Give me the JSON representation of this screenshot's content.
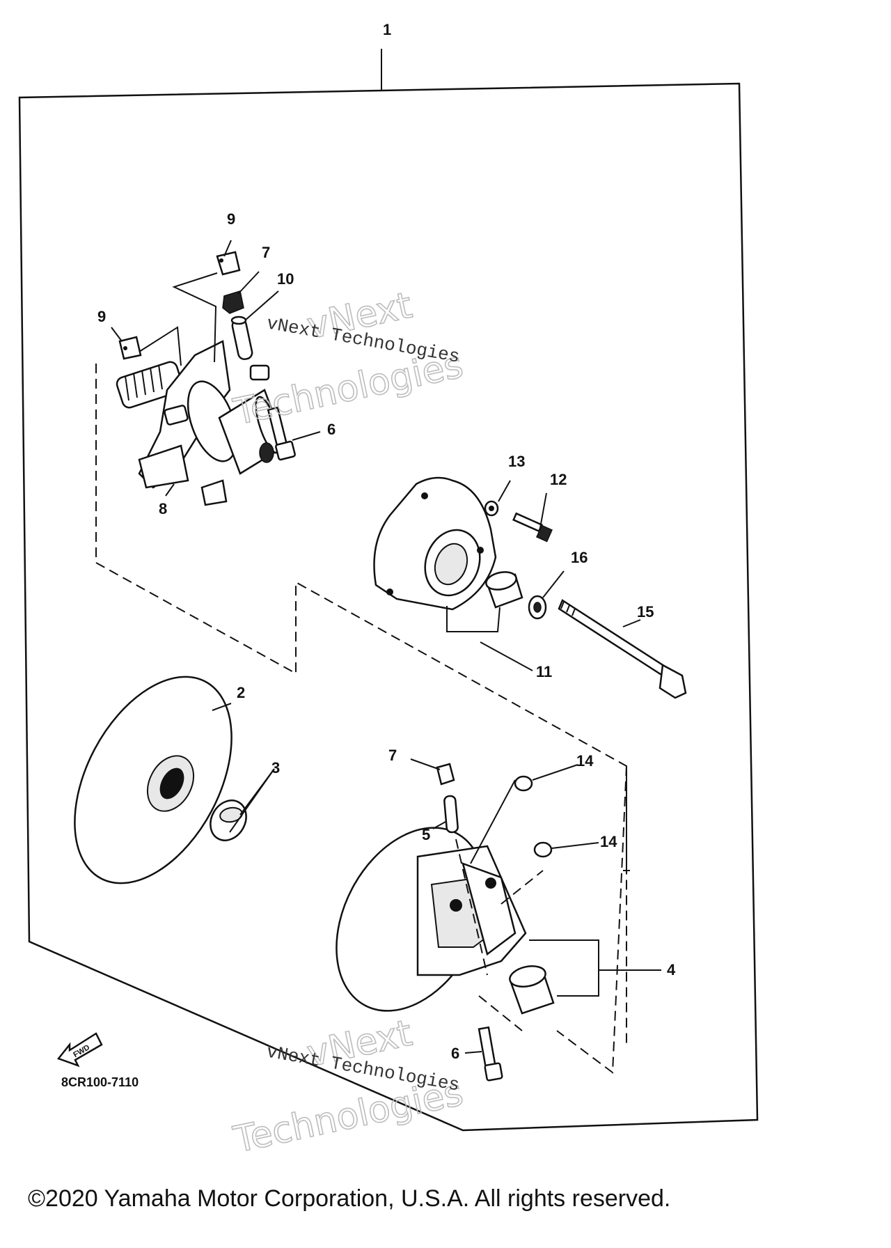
{
  "callouts": {
    "c1": "1",
    "c2": "2",
    "c3": "3",
    "c4": "4",
    "c5": "5",
    "c6a": "6",
    "c6b": "6",
    "c7a": "7",
    "c7b": "7",
    "c8": "8",
    "c9a": "9",
    "c9b": "9",
    "c10": "10",
    "c11": "11",
    "c12": "12",
    "c13": "13",
    "c14a": "14",
    "c14b": "14",
    "c15": "15",
    "c16": "16"
  },
  "fwd_label": "FWD",
  "diagram_code": "8CR100-7110",
  "watermark": {
    "serif_text": "vNext Technologies",
    "outline_line1": "vNext",
    "outline_line2": "Technologies"
  },
  "copyright": "©2020 Yamaha Motor Corporation, U.S.A. All rights reserved."
}
